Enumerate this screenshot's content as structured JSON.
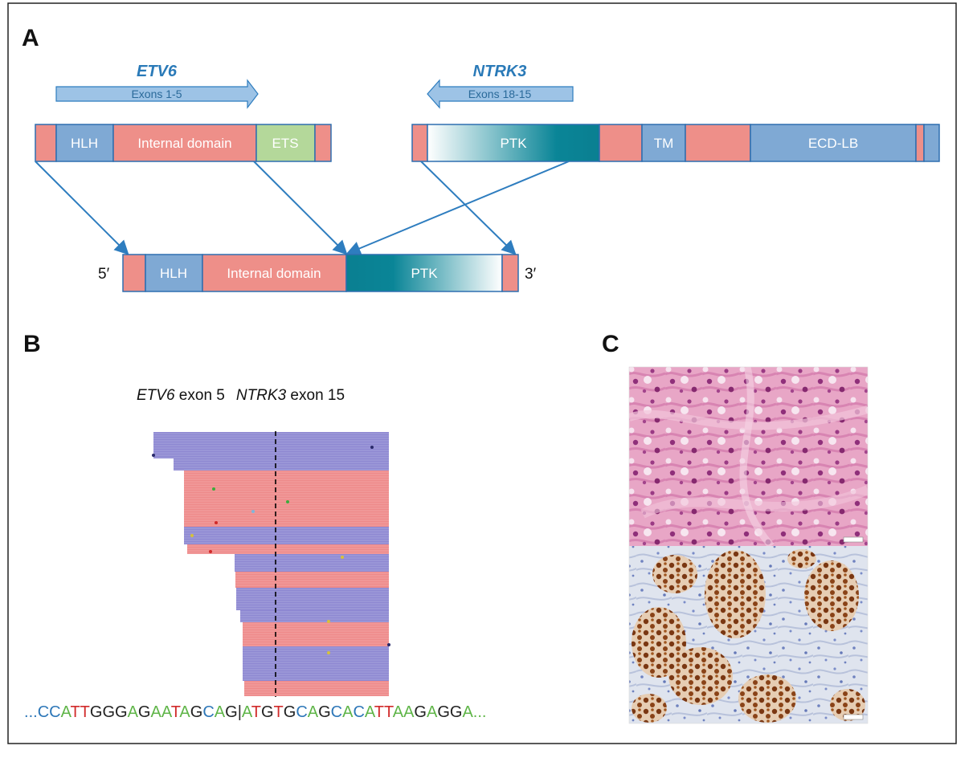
{
  "panels": {
    "a": "A",
    "b": "B",
    "c": "C"
  },
  "etv6": {
    "title": "ETV6",
    "exons": "Exons 1-5"
  },
  "ntrk3": {
    "title": "NTRK3",
    "exons": "Exons 18-15"
  },
  "domains": {
    "hlh": "HLH",
    "internal": "Internal domain",
    "ets": "ETS",
    "ptk": "PTK",
    "tm": "TM",
    "ecd": "ECD-LB"
  },
  "fusion": {
    "five_prime": "5′",
    "three_prime": "3′"
  },
  "panel_b": {
    "etv6_gene": "ETV6",
    "etv6_exon": " exon 5",
    "ntrk3_gene": "NTRK3",
    "ntrk3_exon": " exon 15"
  },
  "sequence": "...CCATTGGGAGAATAGCAG|ATGTGCAGCACATTAAGAGGA...",
  "colors": {
    "salmon": "#ee8f89",
    "blue_domain": "#7fa9d4",
    "ets_green": "#b4d89a",
    "ptk_teal": "#0a8597",
    "arrow_blue": "#2e7dbf",
    "read_blue": "#8e88d2",
    "read_red": "#ee8a8a",
    "base_A": "#5fb548",
    "base_C": "#2d77b8",
    "base_G": "#222222",
    "base_T": "#d12a2a"
  }
}
